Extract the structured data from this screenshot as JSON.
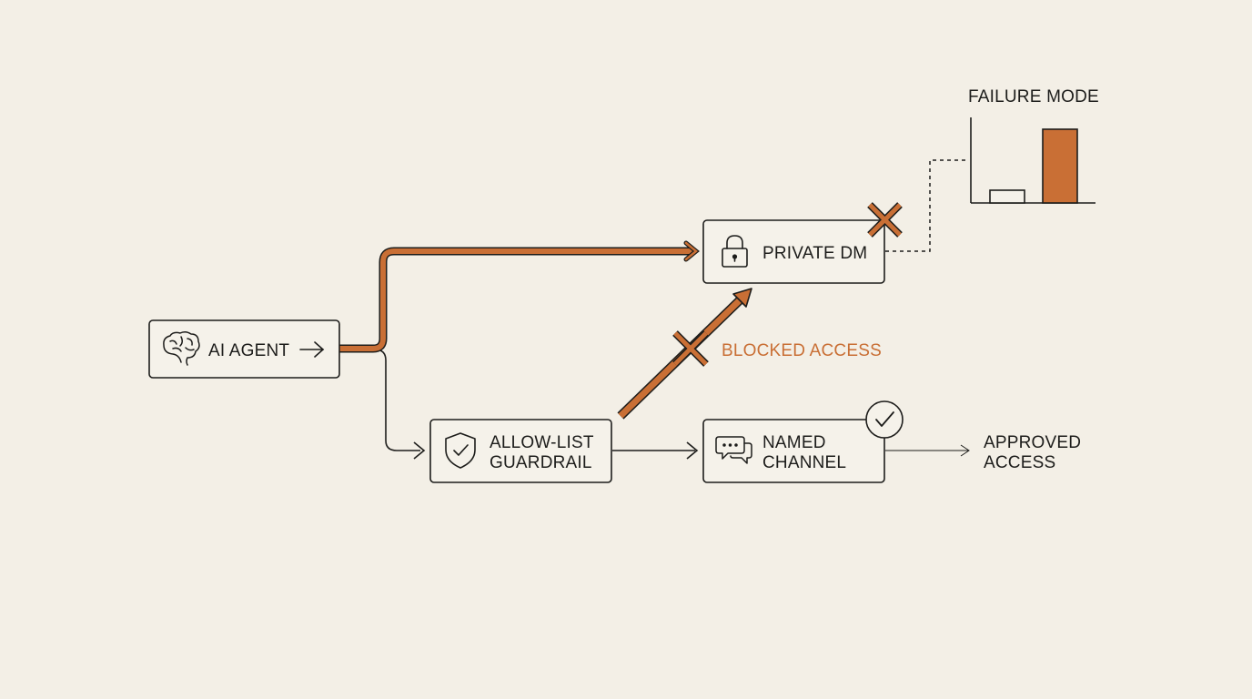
{
  "nodes": {
    "agent": {
      "label": "AI AGENT",
      "icon": "brain-icon"
    },
    "guardrail": {
      "label_line1": "ALLOW-LIST",
      "label_line2": "GUARDRAIL",
      "icon": "shield-check-icon"
    },
    "private_dm": {
      "label": "PRIVATE DM",
      "icon": "lock-icon"
    },
    "named_channel": {
      "label_line1": "NAMED",
      "label_line2": "CHANNEL",
      "icon": "chat-bubbles-icon"
    }
  },
  "annotations": {
    "blocked": "BLOCKED ACCESS",
    "approved_line1": "APPROVED",
    "approved_line2": "ACCESS",
    "failure_mode": "FAILURE MODE"
  },
  "colors": {
    "background": "#f3efe6",
    "ink": "#1d1d1b",
    "accent": "#c96f35",
    "box_fill": "#f5f2ea"
  }
}
